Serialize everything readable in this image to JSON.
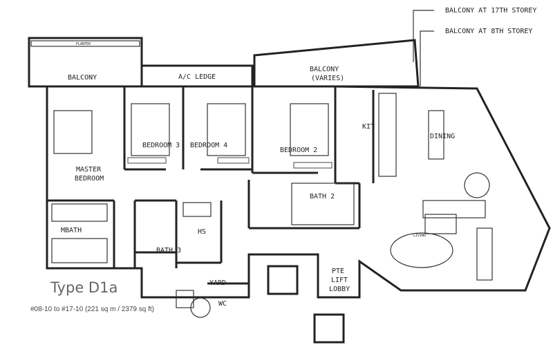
{
  "plan": {
    "type_title": "Type D1a",
    "units_info": "#08-10 to #17-10 (221 sq m / 2379 sq ft)",
    "callouts": [
      "BALCONY AT 17TH STOREY",
      "BALCONY AT 8TH STOREY"
    ],
    "rooms": {
      "planter": "PLANTER",
      "balcony": "BALCONY",
      "ac_ledge": "A/C LEDGE",
      "balcony_varies": "BALCONY",
      "balcony_varies_note": "(VARIES)",
      "master_bedroom_1": "MASTER",
      "master_bedroom_2": "BEDROOM",
      "bedroom3": "BEDROOM 3",
      "bedroom4": "BEDROOM 4",
      "bedroom2": "BEDROOM 2",
      "kit": "KIT",
      "dining": "DINING",
      "living": "LIVING",
      "bath2": "BATH 2",
      "bath3": "BATH 3",
      "mbath": "MBATH",
      "hs": "HS",
      "yard": "YARD",
      "wc": "WC",
      "pte_lift_lobby_1": "PTE",
      "pte_lift_lobby_2": "LIFT",
      "pte_lift_lobby_3": "LOBBY"
    }
  }
}
